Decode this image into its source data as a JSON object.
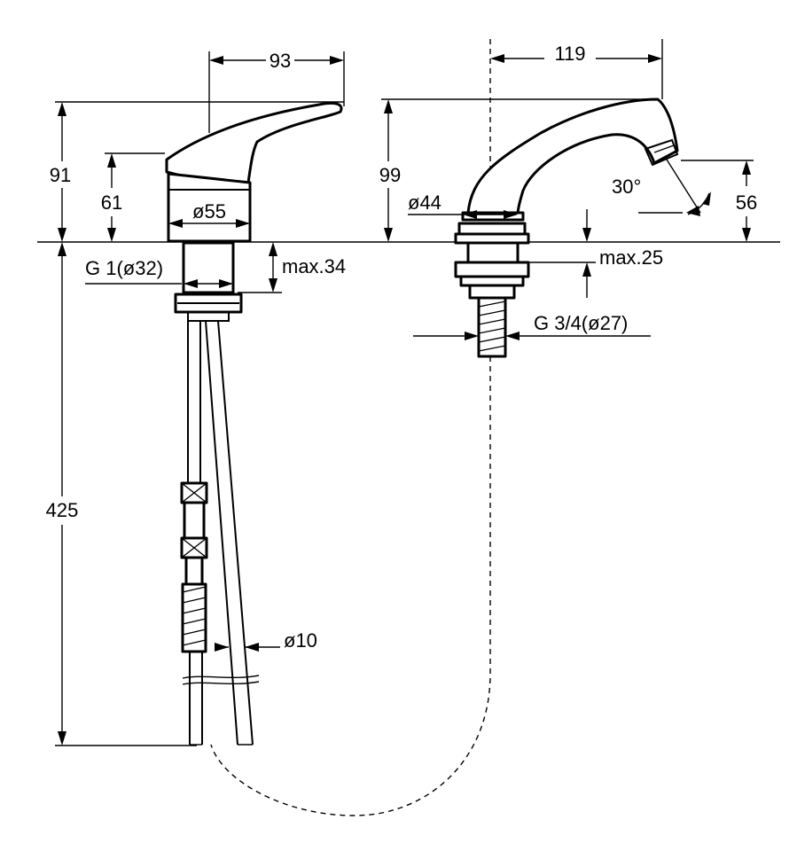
{
  "dimensions": {
    "left_width": "93",
    "left_total_height": "91",
    "left_body_height": "61",
    "left_body_diameter": "ø55",
    "left_thread": "G 1(ø32)",
    "left_max": "max.34",
    "hose_length": "425",
    "hose_diameter": "ø10",
    "right_reach": "119",
    "right_height": "99",
    "right_base_diameter": "ø44",
    "spout_angle": "30°",
    "outlet_height": "56",
    "right_max": "max.25",
    "right_thread": "G 3/4(ø27)"
  }
}
